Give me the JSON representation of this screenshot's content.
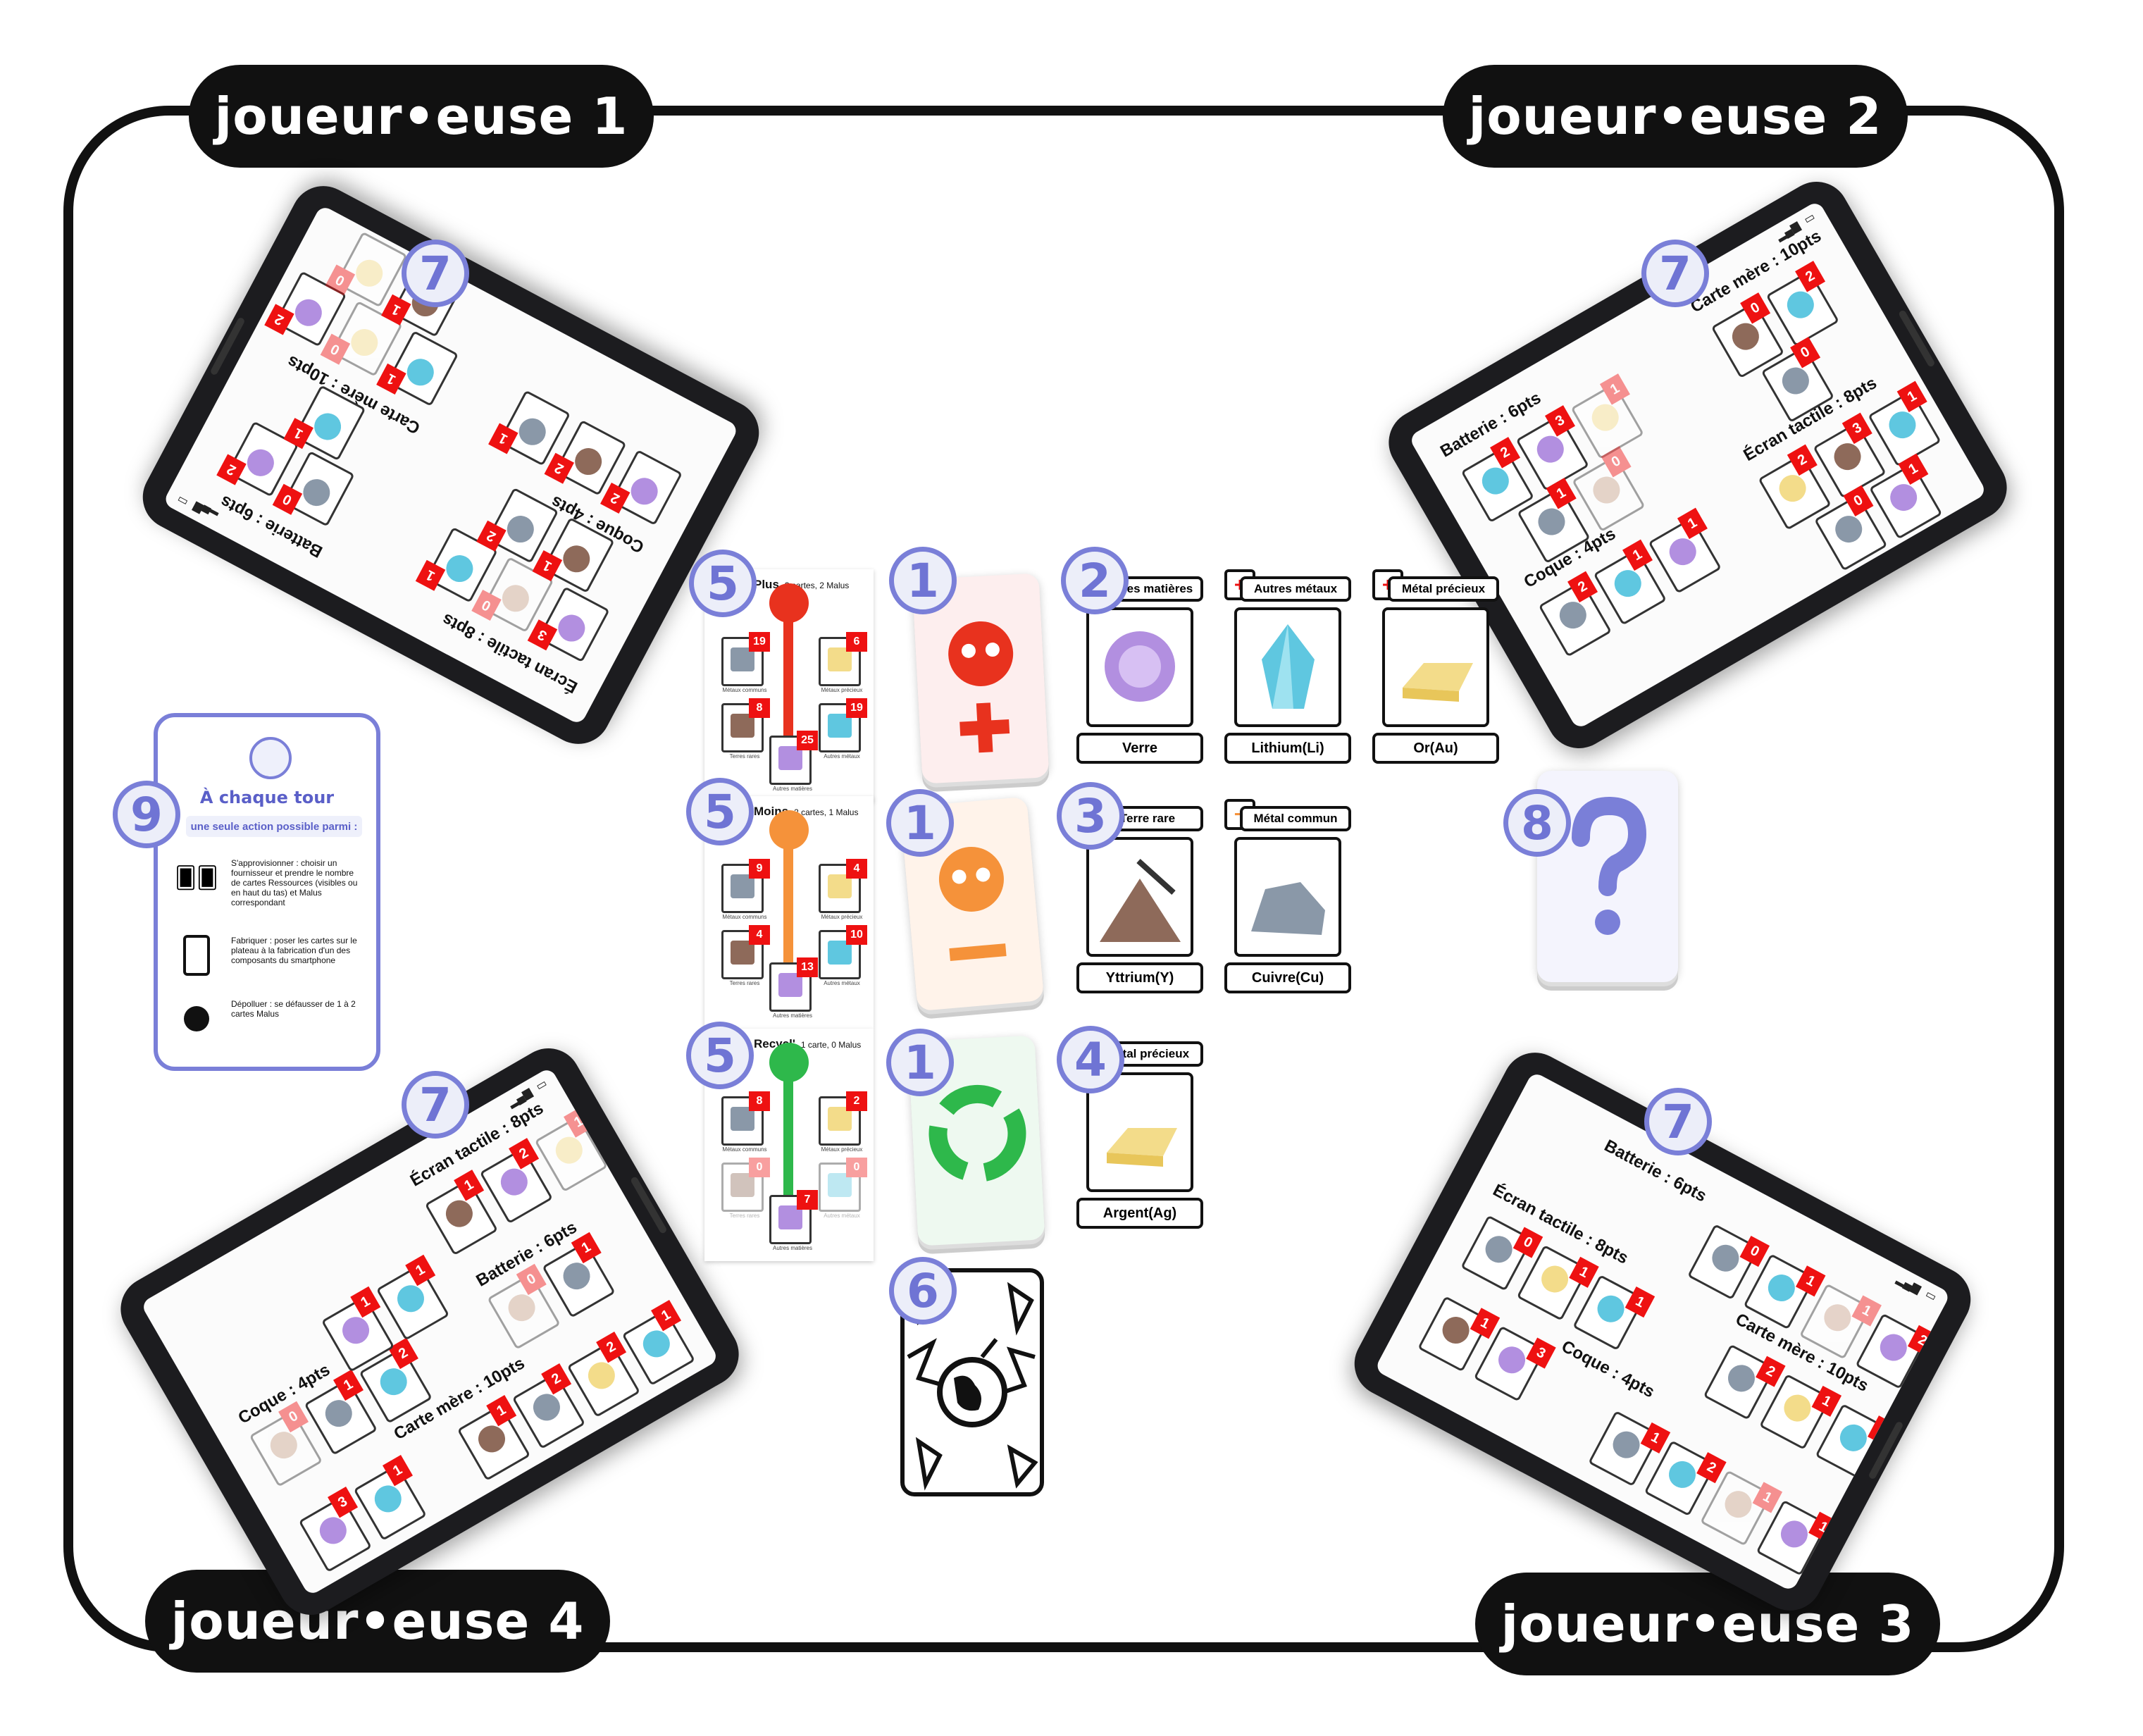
{
  "players": {
    "p1": "joueur•euse 1",
    "p2": "joueur•euse 2",
    "p3": "joueur•euse 3",
    "p4": "joueur•euse 4"
  },
  "badges": {
    "b1": "1",
    "b2": "2",
    "b3": "3",
    "b4": "4",
    "b5": "5",
    "b6": "6",
    "b7": "7",
    "b8": "8",
    "b9": "9"
  },
  "tablet": {
    "screen_label": "Écran tactile : 8pts",
    "battery_label": "Batterie : 6pts",
    "shell_label": "Coque : 4pts",
    "board_label": "Carte mère : 10pts"
  },
  "tablet_counts": {
    "t1": [
      "3",
      "0",
      "1",
      "0",
      "2",
      "1",
      "2",
      "1",
      "2",
      "2",
      "1",
      "1",
      "0",
      "2",
      "1",
      "0"
    ],
    "t2": [
      "2",
      "3",
      "1",
      "0",
      "2",
      "1",
      "0",
      "0",
      "2",
      "1",
      "1",
      "2",
      "3",
      "1",
      "0",
      "1"
    ],
    "t3": [
      "0",
      "1",
      "1",
      "2",
      "0",
      "1",
      "1",
      "2",
      "1",
      "2",
      "1",
      "3",
      "1",
      "2",
      "1",
      "1"
    ],
    "t4": [
      "1",
      "2",
      "1",
      "0",
      "1",
      "2",
      "0",
      "1",
      "3",
      "1",
      "1",
      "2",
      "2",
      "1",
      "1",
      "1"
    ]
  },
  "suppliers": {
    "plus": {
      "title": "Plus",
      "sub": "3 cartes, 2 Malus",
      "counts": [
        "19",
        "6",
        "8",
        "19",
        "25"
      ],
      "names": [
        "Métaux communs",
        "Métaux précieux",
        "Terres rares",
        "Autres métaux",
        "Autres matières"
      ]
    },
    "moins": {
      "title": "Moins",
      "sub": "2 cartes, 1 Malus",
      "counts": [
        "9",
        "4",
        "4",
        "10",
        "13"
      ],
      "names": [
        "Métaux communs",
        "Métaux précieux",
        "Terres rares",
        "Autres métaux",
        "Autres matières"
      ]
    },
    "recycl": {
      "title": "Recycl'",
      "sub": "1 carte, 0 Malus",
      "counts": [
        "8",
        "2",
        "0",
        "0",
        "7"
      ],
      "names": [
        "Métaux communs",
        "Métaux précieux",
        "Terres rares",
        "Autres métaux",
        "Autres matières"
      ]
    }
  },
  "resources": {
    "verre": {
      "header": "Autres matières",
      "footer": "Verre"
    },
    "lithium": {
      "header": "Autres métaux",
      "footer": "Lithium(Li)"
    },
    "or": {
      "header": "Métal précieux",
      "footer": "Or(Au)"
    },
    "yttrium": {
      "header": "Terre rare",
      "footer": "Yttrium(Y)"
    },
    "cuivre": {
      "header": "Métal commun",
      "footer": "Cuivre(Cu)"
    },
    "argent": {
      "header": "Métal précieux",
      "footer": "Argent(Ag)"
    }
  },
  "help": {
    "title": "À chaque tour",
    "subtitle": "une seule action possible parmi :",
    "action_supply": "S'approvisionner : choisir un fournisseur et prendre le nombre de cartes Ressources (visibles ou en haut du tas) et Malus correspondant",
    "action_build": "Fabriquer : poser les cartes sur le plateau à la fabrication d'un des composants du smartphone",
    "action_clean": "Dépolluer : se défausser de 1 à 2 cartes Malus"
  },
  "colors": {
    "plus": "#e8321e",
    "moins": "#f5923a",
    "recycl": "#2eb84b",
    "badge": "#7a7fd8",
    "count": "#e11111"
  }
}
